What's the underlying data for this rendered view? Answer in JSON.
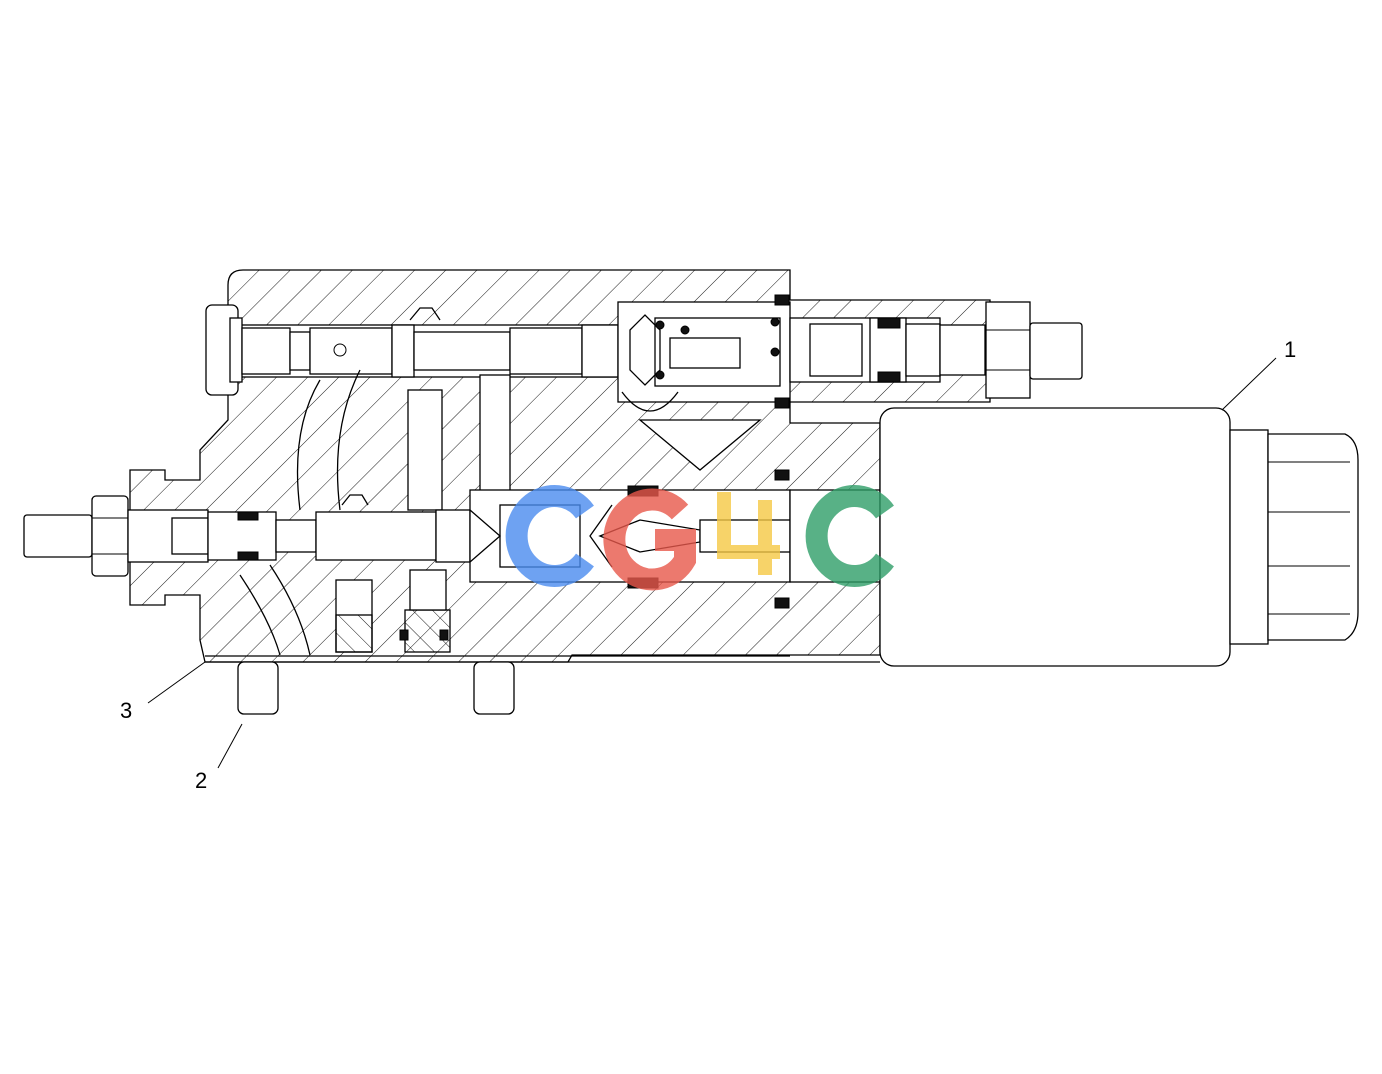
{
  "callouts": [
    {
      "id": "1",
      "label": "1"
    },
    {
      "id": "2",
      "label": "2"
    },
    {
      "id": "3",
      "label": "3"
    }
  ],
  "watermark": {
    "text": "CG4C",
    "colors": [
      "#4a8cf0",
      "#e8584b",
      "#f6c944",
      "#2f9e68"
    ]
  },
  "colors": {
    "line": "#000000",
    "background": "#ffffff"
  }
}
